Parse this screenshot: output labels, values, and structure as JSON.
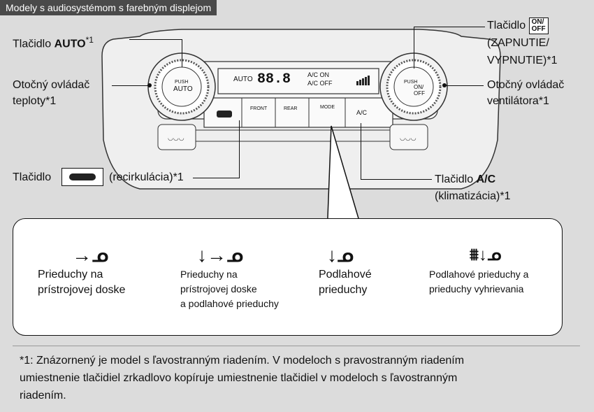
{
  "header": {
    "title": "Modely s audiosystémom s farebným displejom"
  },
  "labels": {
    "auto_prefix": "Tlačidlo ",
    "auto_bold": "AUTO",
    "auto_suffix": "*1",
    "temp_line1": "Otočný ovládač",
    "temp_line2": "teploty*1",
    "recirc_prefix": "Tlačidlo",
    "recirc_suffix": "(recirkulácia)*1",
    "onoff_line1": "Tlačidlo",
    "onoff_line2": "(ZAPNUTIE/",
    "onoff_line3": "VYPNUTIE)*1",
    "fan_line1": "Otočný ovládač",
    "fan_line2": "ventilátora*1",
    "ac_prefix": "Tlačidlo ",
    "ac_bold": "A/C",
    "ac_line2": "(klimatizácia)*1"
  },
  "panel": {
    "display_auto": "AUTO",
    "display_temp": "88.8",
    "display_ac_on": "A/C ON",
    "display_ac_off": "A/C OFF",
    "knob_left_push": "PUSH",
    "knob_left_main": "AUTO",
    "knob_right_push": "PUSH",
    "knob_right_on": "ON/",
    "knob_right_off": "OFF",
    "btn_front": "FRONT",
    "btn_rear": "REAR",
    "btn_mode": "MODE",
    "btn_ac": "A/C",
    "onoff_icon_on": "ON/",
    "onoff_icon_off": "OFF"
  },
  "vents": [
    {
      "line1": "Prieduchy na",
      "line2": "prístrojovej doske",
      "line3": ""
    },
    {
      "line1": "Prieduchy na",
      "line2": "prístrojovej doske",
      "line3": "a podlahové prieduchy"
    },
    {
      "line1": "Podlahové",
      "line2": "prieduchy",
      "line3": ""
    },
    {
      "line1": "Podlahové prieduchy a",
      "line2": "prieduchy vyhrievania",
      "line3": ""
    }
  ],
  "footnote": {
    "line1": "*1: Znázornený je model s ľavostranným riadením. V modeloch s pravostranným riadením",
    "line2": "umiestnenie tlačidiel zrkadlovo kopíruje umiestnenie tlačidiel v modeloch s ľavostranným",
    "line3": "riadením."
  }
}
